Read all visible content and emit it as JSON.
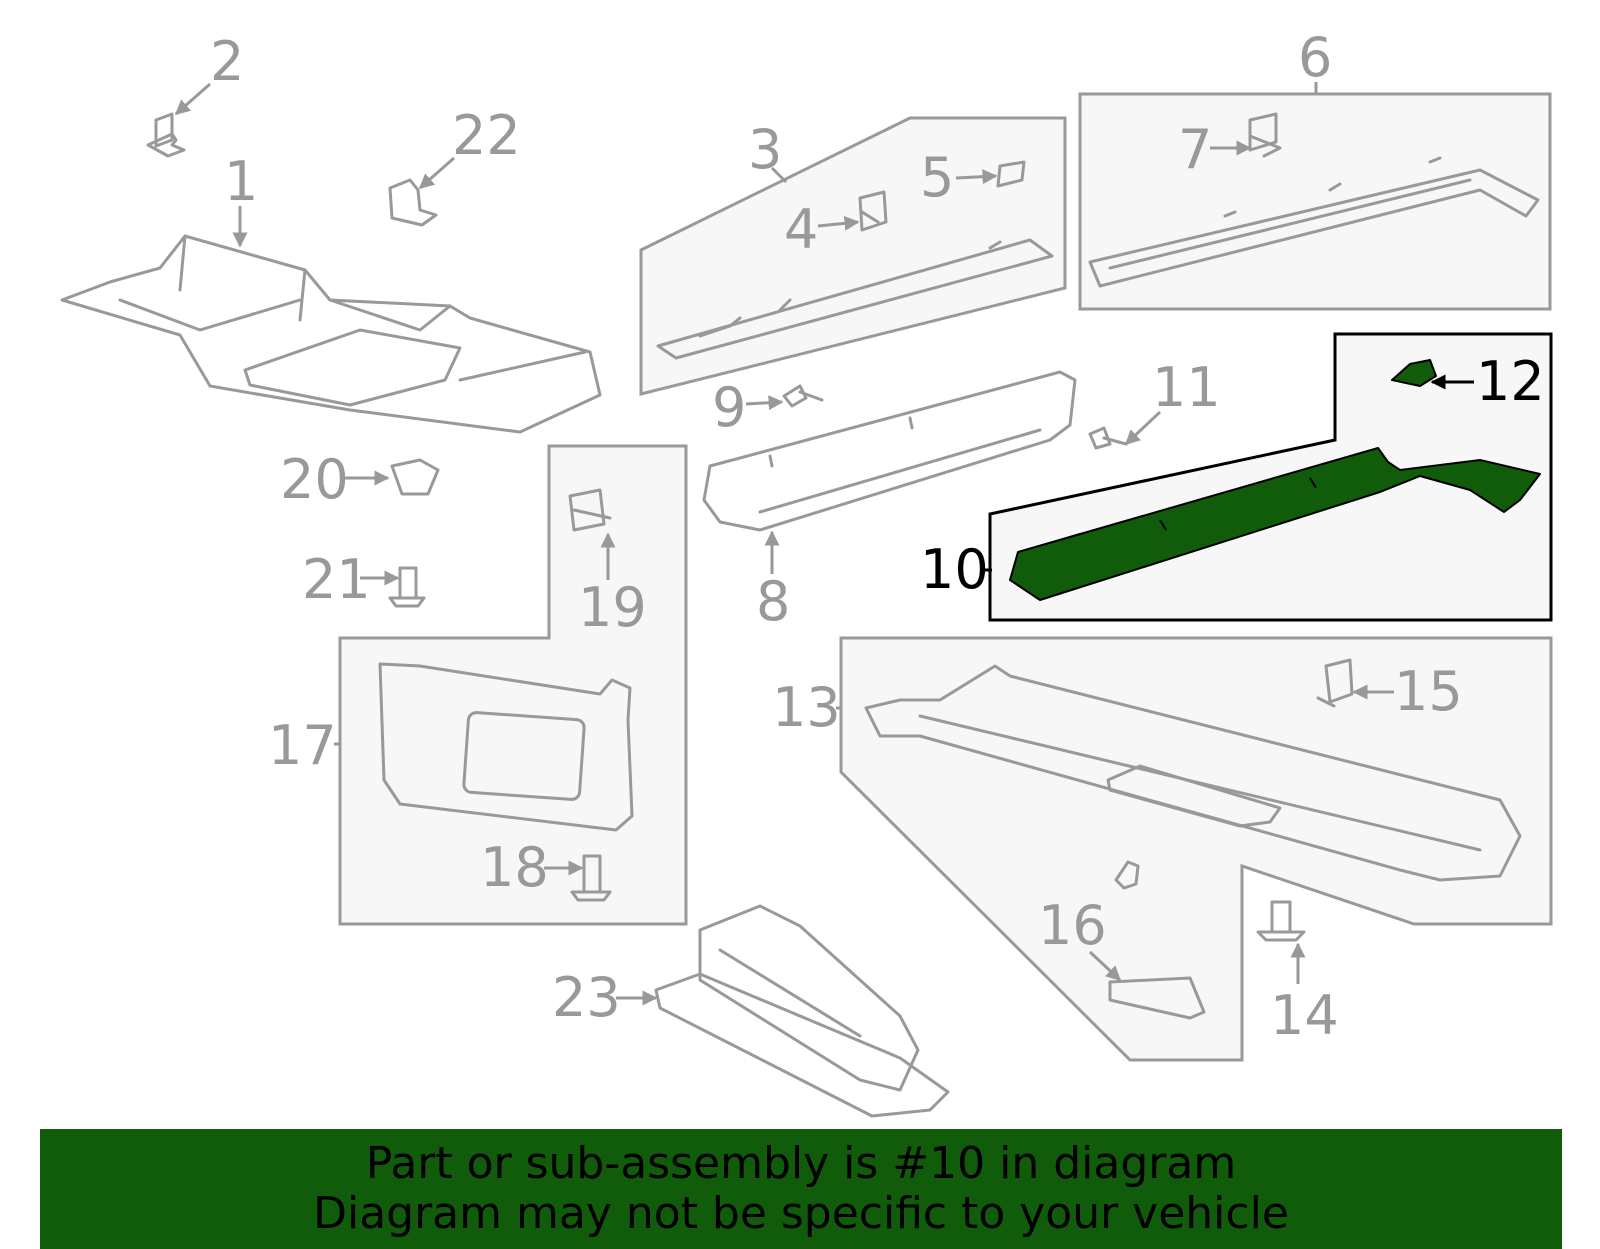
{
  "diagram": {
    "callouts": {
      "c1": "1",
      "c2": "2",
      "c3": "3",
      "c4": "4",
      "c5": "5",
      "c6": "6",
      "c7": "7",
      "c8": "8",
      "c9": "9",
      "c10": "10",
      "c11": "11",
      "c12": "12",
      "c13": "13",
      "c14": "14",
      "c15": "15",
      "c16": "16",
      "c17": "17",
      "c18": "18",
      "c19": "19",
      "c20": "20",
      "c21": "21",
      "c22": "22",
      "c23": "23"
    },
    "highlighted_part": "10"
  },
  "banner": {
    "line1": "Part or sub-assembly is #10 in diagram",
    "line2": "Diagram may not be specific to your vehicle"
  },
  "colors": {
    "highlight": "#115c0b",
    "line": "#999999",
    "group_fill": "#f7f7f7",
    "text": "#000000"
  }
}
